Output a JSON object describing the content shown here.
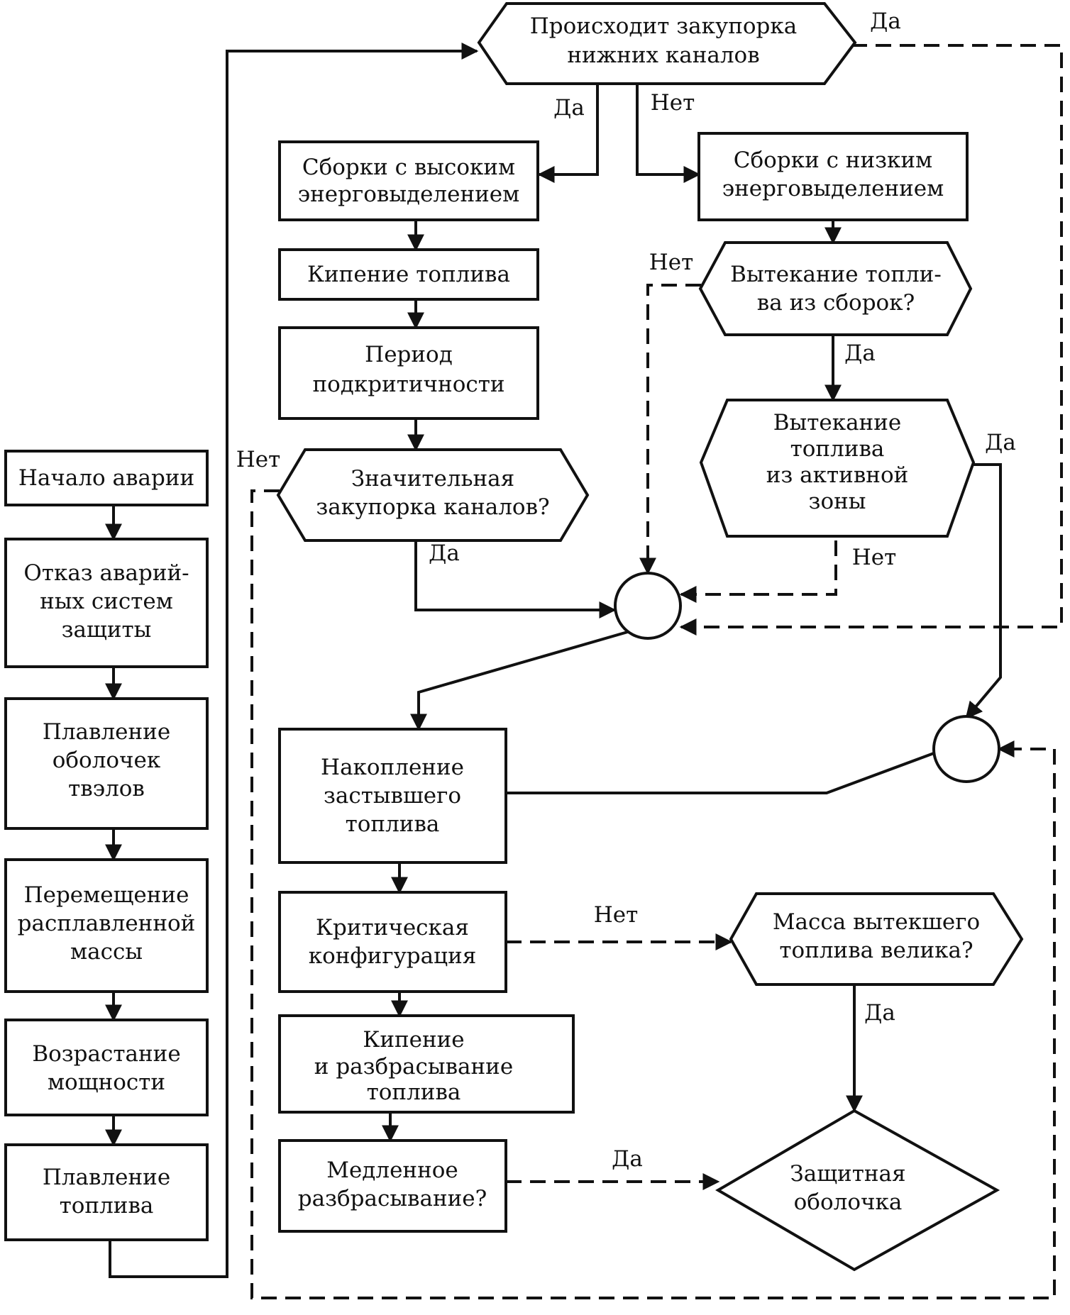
{
  "nodes": {
    "start": "Начало аварии",
    "protection_failure": [
      "Отказ аварий-",
      "ных систем",
      "защиты"
    ],
    "cladding_melt": [
      "Плавление",
      "оболочек",
      "твэлов"
    ],
    "melt_relocation": [
      "Перемещение",
      "расплавленной",
      "массы"
    ],
    "power_rise": [
      "Возрастание",
      "мощности"
    ],
    "fuel_melt": [
      "Плавление",
      "топлива"
    ],
    "lower_channel_blockage": [
      "Происходит закупорка",
      "нижних каналов"
    ],
    "high_power_assemblies": [
      "Сборки с высоким",
      "энерговыделением"
    ],
    "low_power_assemblies": [
      "Сборки с низким",
      "энерговыделением"
    ],
    "fuel_boiling": "Кипение топлива",
    "subcritical_period": [
      "Период",
      "подкритичности"
    ],
    "significant_blockage": [
      "Значительная",
      "закупорка каналов?"
    ],
    "fuel_leak_assemblies": [
      "Вытекание топли-",
      "ва из сборок?"
    ],
    "fuel_leak_core": [
      "Вытекание",
      "топлива",
      "из активной",
      "зоны"
    ],
    "frozen_fuel": [
      "Накопление",
      "застывшего",
      "топлива"
    ],
    "critical_config": [
      "Критическая",
      "конфигурация"
    ],
    "boil_dispersal": [
      "Кипение",
      "и разбрасывание",
      "топлива"
    ],
    "slow_dispersal": [
      "Медленное",
      "разбрасывание?"
    ],
    "leaked_mass": [
      "Масса вытекшего",
      "топлива велика?"
    ],
    "containment": [
      "Защитная",
      "оболочка"
    ]
  },
  "edge_labels": {
    "blockage_yes_right": "Да",
    "blockage_yes": "Да",
    "blockage_no": "Нет",
    "leak_assemblies_no": "Нет",
    "leak_assemblies_yes": "Да",
    "significant_no": "Нет",
    "significant_yes": "Да",
    "leak_core_yes": "Да",
    "leak_core_no": "Нет",
    "critical_no": "Нет",
    "mass_yes": "Да",
    "slow_yes": "Да"
  }
}
